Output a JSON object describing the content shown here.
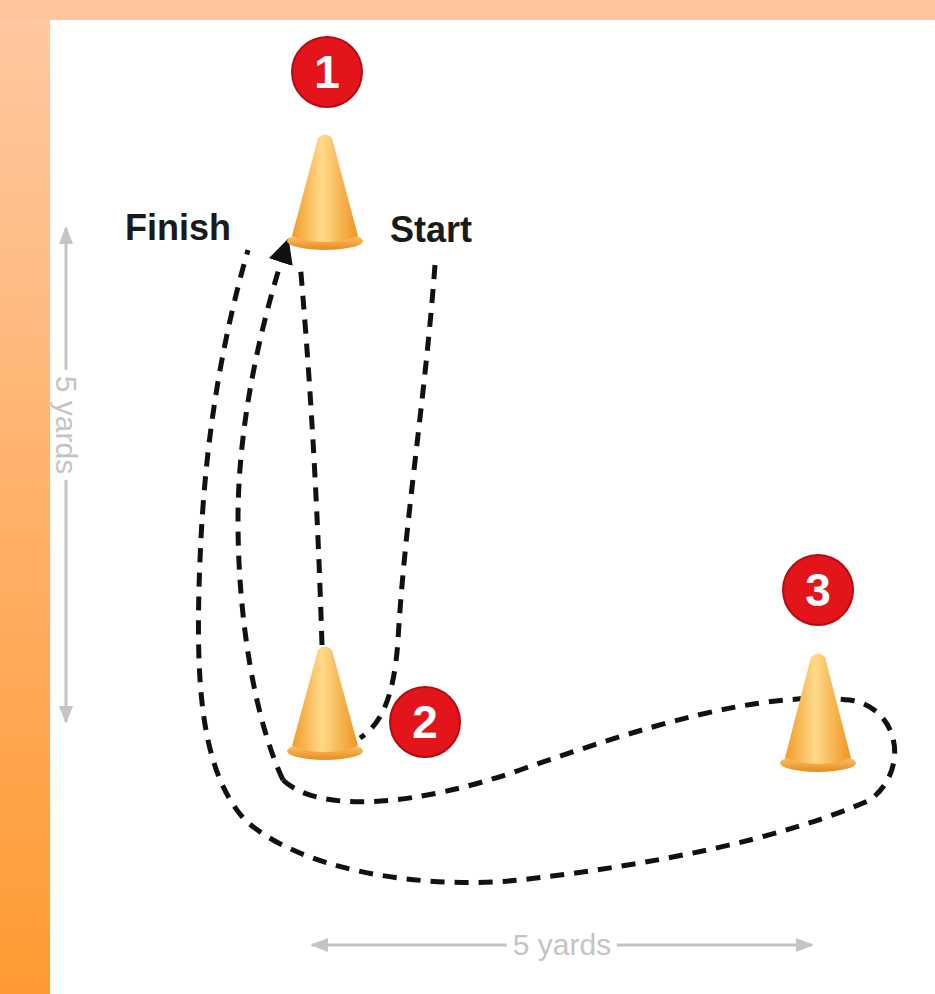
{
  "diagram": {
    "nodes": [
      {
        "text": [
          "1"
        ]
      },
      {
        "text": [
          "2"
        ]
      },
      {
        "text": [
          "3"
        ]
      }
    ],
    "labels": [
      "Finish",
      "Start",
      "5 yards",
      "5 yards"
    ]
  }
}
